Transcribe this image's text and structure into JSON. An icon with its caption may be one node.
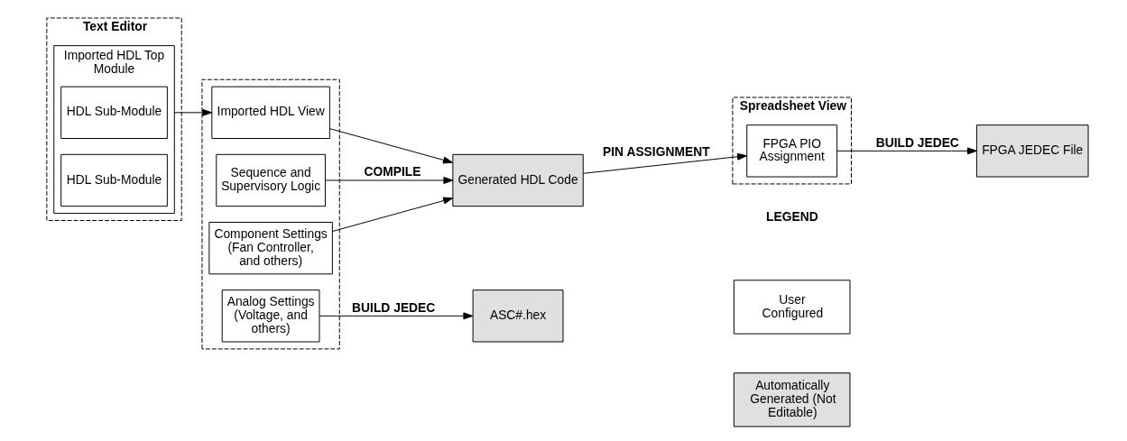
{
  "diagram": {
    "nodes": [
      {
        "text": [
          "Text Editor"
        ]
      },
      {
        "text": [
          "Imported HDL Top Module"
        ],
        "in": 0
      },
      {
        "text": [
          "HDL Sub-Module"
        ],
        "in": 1
      },
      {
        "text": [
          "HDL Sub-Module"
        ],
        "in": 1
      },
      {
        "text": [],
        "shape": "box"
      },
      {
        "text": [
          "Imported HDL View"
        ],
        "in": 4
      },
      {
        "text": [
          "Sequence and Supervisory Logic"
        ],
        "in": 4
      },
      {
        "text": [
          "Component Settings (Fan Controller, and others)"
        ],
        "in": 4
      },
      {
        "text": [
          "Analog Settings (Voltage, and others)"
        ],
        "in": 4
      },
      {
        "text": [
          "Generated HDL Code"
        ]
      },
      {
        "text": [
          "Spreadsheet View"
        ]
      },
      {
        "text": [
          "FPGA PIO Assignment"
        ],
        "in": 10
      },
      {
        "text": [
          "FPGA JEDEC File"
        ]
      },
      {
        "text": [
          "ASC#.hex"
        ]
      }
    ],
    "edges": [
      {
        "from": 1,
        "to": 5,
        "arrow": "to"
      },
      {
        "from": 5,
        "to": 9,
        "arrow": "to"
      },
      {
        "from": 6,
        "to": 9,
        "arrow": "to",
        "label": "COMPILE"
      },
      {
        "from": 7,
        "to": 9,
        "arrow": "to"
      },
      {
        "from": 9,
        "to": 11,
        "arrow": "to",
        "label": "PIN ASSIGNMENT"
      },
      {
        "from": 11,
        "to": 12,
        "arrow": "to",
        "label": "BUILD JEDEC"
      },
      {
        "from": 8,
        "to": 13,
        "arrow": "to",
        "label": "BUILD JEDEC"
      }
    ],
    "labels": [
      "LEGEND"
    ],
    "legend": [
      {
        "text": "User Configured",
        "color": "#ffffff"
      },
      {
        "text": "Automatically Generated (Not Editable)",
        "color": "#e0e0e0"
      }
    ]
  }
}
